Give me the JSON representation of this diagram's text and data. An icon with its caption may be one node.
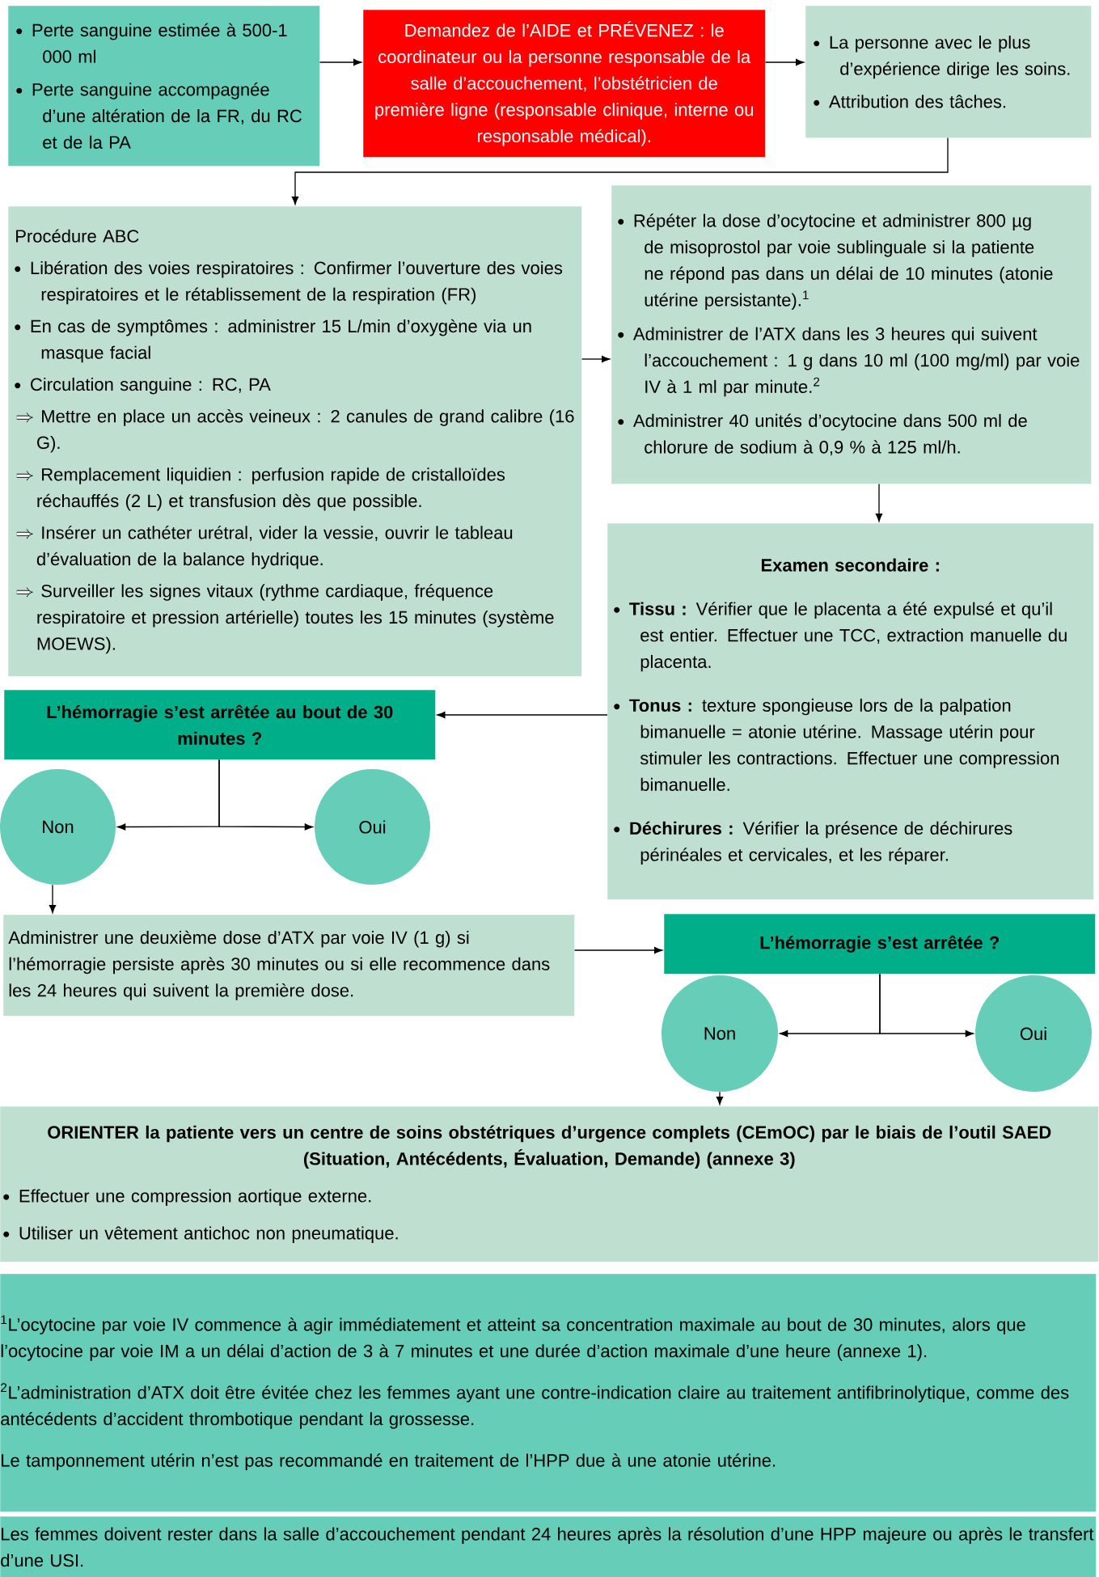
{
  "diagram": {
    "nodes": [
      {
        "text": [
          "Perte sanguine estimée à 500-1 000 ml",
          "Perte sanguine accompagnée d’une altération de la FR, du RC et de la PA"
        ]
      },
      {
        "text": [
          "Demandez de l’AIDE et PRÉVENEZ : le coordinateur ou la personne responsable de la salle d’accouchement, l’obstétricien de première ligne (responsable clinique, interne ou responsable médical)."
        ]
      },
      {
        "text": [
          "La personne avec le plus d’expérience dirige les soins.",
          "Attribution des tâches."
        ]
      },
      {
        "text": [
          "Procédure ABC",
          "Libération des voies respiratoires : Confirmer l’ouverture des voies respiratoires et le rétablissement de la respiration (FR)",
          "En cas de symptômes : administrer 15 L/min d’oxygène via un masque facial",
          "Circulation sanguine : RC, PA",
          "Mettre en place un accès veineux : 2 canules de grand calibre (16 G).",
          "Remplacement liquidien : perfusion rapide de cristalloïdes réchauffés (2 L) et transfusion dès que possible.",
          "Insérer un cathéter urétral, vider la vessie, ouvrir le tableau d’évaluation de la balance hydrique.",
          "Surveiller les signes vitaux (rythme cardiaque, fréquence respiratoire et pression artérielle) toutes les 15 minutes (système MOEWS)."
        ]
      },
      {
        "text": [
          "Répéter la dose d’ocytocine et administrer 800 µg de misoprostol par voie sublinguale si la patiente ne répond pas dans un délai de 10 minutes (atonie utérine persistante).$^{1}$",
          "Administrer de l’ATX dans les 3 heures qui suivent l’accouchement : 1 g dans 10 ml (100 mg/ml) par voie IV à 1 ml par minute.$^{2}$",
          "Administrer 40 unités d’ocytocine dans 500 ml de chlorure de sodium à 0,9 % à 125 ml/h."
        ]
      },
      {
        "text": [
          "Examen secondaire :",
          "**Tissu :** Vérifier que le placenta a été expulsé et qu’il est entier. Effectuer une TCC, extraction manuelle du placenta.",
          "**Tonus :** texture spongieuse lors de la palpation bimanuelle = atonie utérine. Massage utérin pour stimuler les contractions. Effectuer une compression bimanuelle.",
          "**Déchirures :** Vérifier la présence de déchirures périnéales et cervicales, et les réparer."
        ]
      },
      {
        "text": [
          "L’hémorragie s’est arrêtée au bout de 30 minutes ?"
        ]
      },
      {
        "text": [
          "Non"
        ]
      },
      {
        "text": [
          "Oui"
        ]
      },
      {
        "text": [
          "Administrer une deuxième dose d’ATX par voie IV (1 g) si l’hémorragie persiste après 30 minutes ou si elle recommence dans les 24 heures qui suivent la première dose."
        ]
      },
      {
        "text": [
          "L’hémorragie s’est arrêtée ?"
        ]
      },
      {
        "text": [
          "Non"
        ]
      },
      {
        "text": [
          "Oui"
        ]
      },
      {
        "text": [
          "ORIENTER la patiente vers un centre de soins obstétriques d’urgence complets (CEmOC) par le biais de l’outil SAED (Situation, Antécédents, Évaluation, Demande) (annexe 3)",
          "Effectuer une compression aortique externe.",
          "Utiliser un vêtement antichoc non pneumatique."
        ]
      },
      {
        "text": [
          "$^{1}$L’ocytocine par voie IV commence à agir immédiatement et atteint sa concentration maximale au bout de 30 minutes, alors que l’ocytocine par voie IM a un délai d’action de 3 à 7 minutes et une durée d’action maximale d’une heure (annexe 1).",
          "$^{2}$L’administration d’ATX doit être évitée chez les femmes ayant une contre-indication claire au traitement antifibrinolytique, comme des antécédents d’accident thrombotique pendant la grossesse.",
          "Le tamponnement utérin n’est pas recommandé en traitement de l’HPP due à une atonie utérine."
        ]
      },
      {
        "text": [
          "Les femmes doivent rester dans la salle d’accouchement pendant 24 heures après la résolution d’une HPP majeure ou après le transfert d’une USI."
        ]
      }
    ],
    "edges": [
      {
        "from": 0,
        "to": 1,
        "arrow": "to"
      },
      {
        "from": 1,
        "to": 2,
        "arrow": "to"
      },
      {
        "from": 2,
        "to": 3,
        "arrow": "to"
      },
      {
        "from": 3,
        "to": 4,
        "arrow": "to"
      },
      {
        "from": 4,
        "to": 5,
        "arrow": "to"
      },
      {
        "from": 5,
        "to": 6,
        "arrow": "to"
      },
      {
        "from": 6,
        "to": 7,
        "arrow": "to"
      },
      {
        "from": 6,
        "to": 8,
        "arrow": "to"
      },
      {
        "from": 7,
        "to": 9,
        "arrow": "to"
      },
      {
        "from": 9,
        "to": 10,
        "arrow": "to"
      },
      {
        "from": 10,
        "to": 11,
        "arrow": "to"
      },
      {
        "from": 10,
        "to": 12,
        "arrow": "to"
      },
      {
        "from": 11,
        "to": 13,
        "arrow": "to"
      }
    ]
  }
}
